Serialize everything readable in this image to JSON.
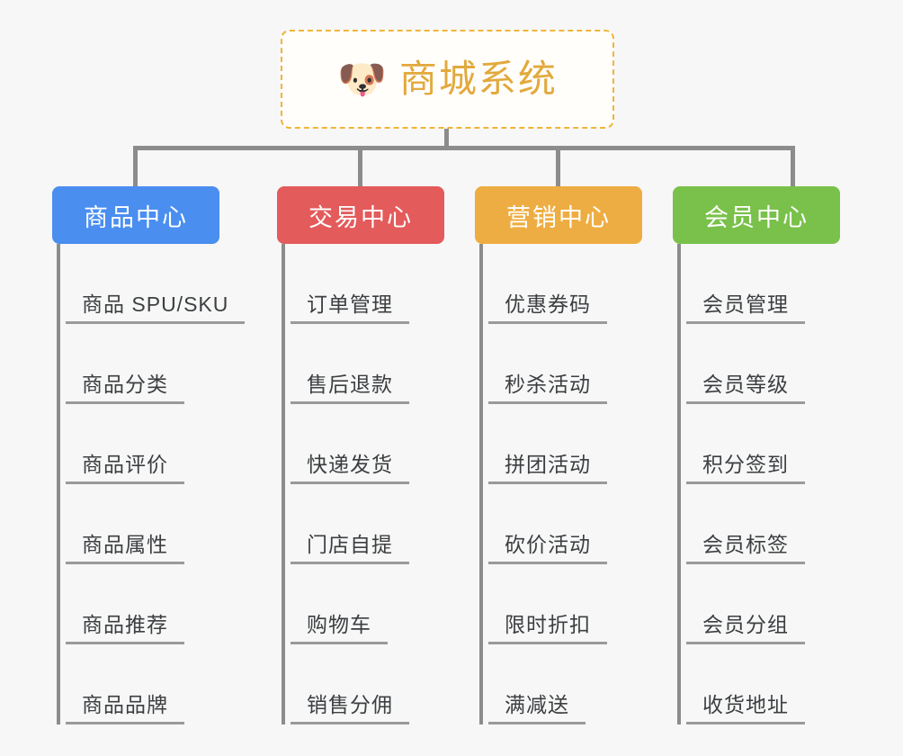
{
  "page": {
    "background_color": "#f7f7f7",
    "connector_color": "#8c8c8c",
    "item_text_color": "#3c3f41",
    "item_rule_color": "#9a9a9a"
  },
  "root": {
    "icon": "shiba-dog-face-icon",
    "emoji": "🐶",
    "title": "商城系统",
    "title_color": "#e2a93c",
    "border_color": "#f0b43a",
    "background_color": "#fffefb"
  },
  "columns": [
    {
      "id": "product-center",
      "label": "商品中心",
      "color": "#4a8ef0",
      "items": [
        {
          "label": "商品 SPU/SKU"
        },
        {
          "label": "商品分类"
        },
        {
          "label": "商品评价"
        },
        {
          "label": "商品属性"
        },
        {
          "label": "商品推荐"
        },
        {
          "label": "商品品牌"
        }
      ]
    },
    {
      "id": "trade-center",
      "label": "交易中心",
      "color": "#e35b5b",
      "items": [
        {
          "label": "订单管理"
        },
        {
          "label": "售后退款"
        },
        {
          "label": "快递发货"
        },
        {
          "label": "门店自提"
        },
        {
          "label": "购物车"
        },
        {
          "label": "销售分佣"
        }
      ]
    },
    {
      "id": "marketing-center",
      "label": "营销中心",
      "color": "#eead42",
      "items": [
        {
          "label": "优惠券码"
        },
        {
          "label": "秒杀活动"
        },
        {
          "label": "拼团活动"
        },
        {
          "label": "砍价活动"
        },
        {
          "label": "限时折扣"
        },
        {
          "label": "满减送"
        }
      ]
    },
    {
      "id": "member-center",
      "label": "会员中心",
      "color": "#79c14a",
      "items": [
        {
          "label": "会员管理"
        },
        {
          "label": "会员等级"
        },
        {
          "label": "积分签到"
        },
        {
          "label": "会员标签"
        },
        {
          "label": "会员分组"
        },
        {
          "label": "收货地址"
        }
      ]
    }
  ]
}
